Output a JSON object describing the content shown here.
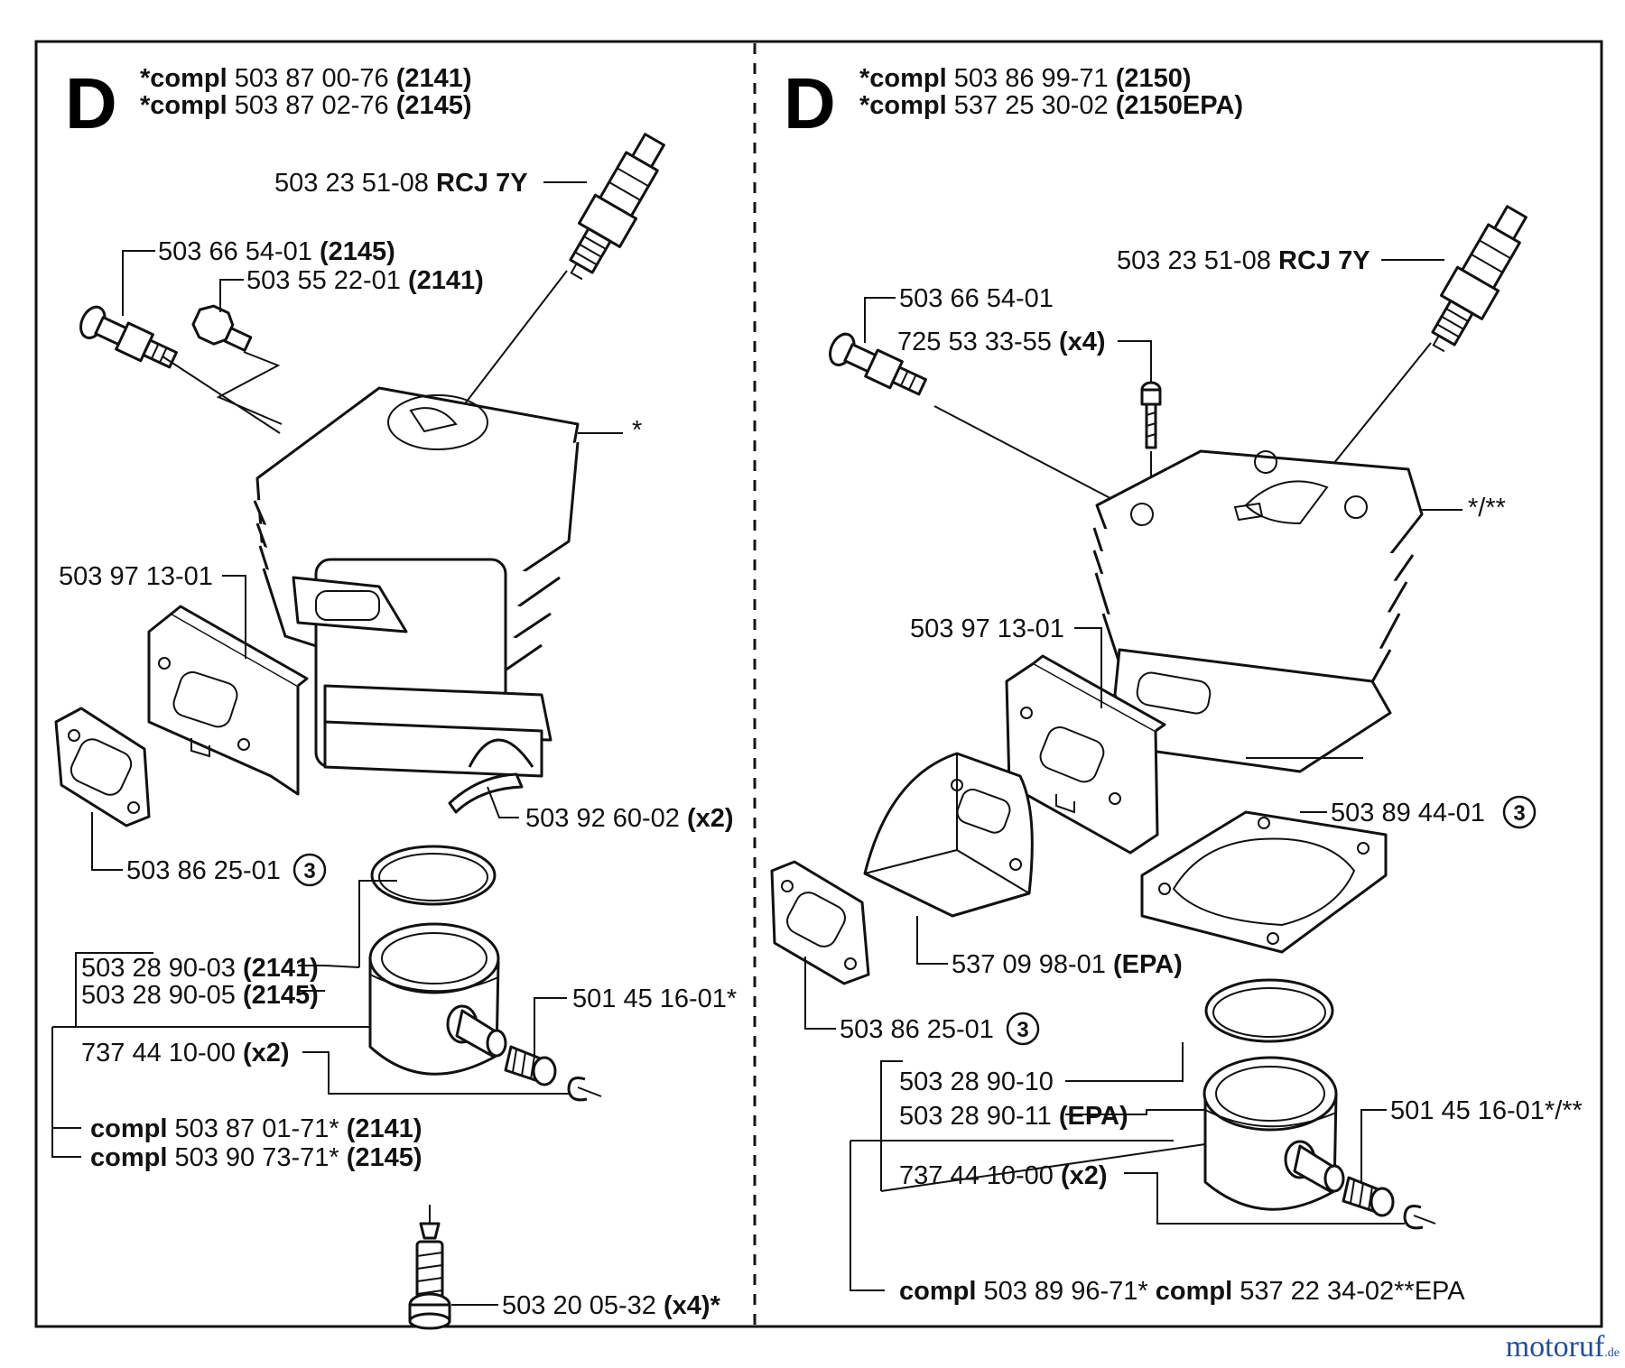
{
  "left": {
    "section": "D",
    "header": [
      {
        "pre": "*compl",
        "num": "503 87 00-76",
        "tag": "(2141)"
      },
      {
        "pre": "*compl",
        "num": "503 87 02-76",
        "tag": "(2145)"
      }
    ],
    "spark_plug": {
      "num": "503 23 51-08",
      "tag": "RCJ 7Y"
    },
    "valve_a": {
      "num": "503 66 54-01",
      "tag": "(2145)"
    },
    "valve_b": {
      "num": "503 55 22-01",
      "tag": "(2141)"
    },
    "cylinder_mark": "*",
    "gasket_plate": {
      "num": "503 97 13-01"
    },
    "deflector": {
      "num": "503 92 60-02",
      "tag": "(x2)"
    },
    "exhaust_gasket": {
      "num": "503 86 25-01",
      "badge": "3"
    },
    "piston_a": {
      "num": "503 28 90-03",
      "tag": "(2141)"
    },
    "piston_b": {
      "num": "503 28 90-05",
      "tag": "(2145)"
    },
    "bearing": {
      "num": "501 45 16-01*"
    },
    "circlip": {
      "num": "737 44 10-00",
      "tag": "(x2)"
    },
    "kit_a": {
      "pre": "compl",
      "num": "503 87 01-71*",
      "tag": "(2141)"
    },
    "kit_b": {
      "pre": "compl",
      "num": "503 90 73-71*",
      "tag": "(2145)"
    },
    "screw": {
      "num": "503 20 05-32",
      "tag": "(x4)*"
    }
  },
  "right": {
    "section": "D",
    "header": [
      {
        "pre": "*compl",
        "num": "503 86 99-71",
        "tag": "(2150)"
      },
      {
        "pre": "*compl",
        "num": "537 25 30-02",
        "tag": "(2150EPA)"
      }
    ],
    "spark_plug": {
      "num": "503 23 51-08",
      "tag": "RCJ 7Y"
    },
    "valve": {
      "num": "503 66 54-01"
    },
    "screw": {
      "num": "725 53 33-55",
      "tag": "(x4)"
    },
    "cylinder_mark": "*/**",
    "gasket_plate": {
      "num": "503 97 13-01"
    },
    "base_gasket": {
      "num": "503 89 44-01",
      "badge": "3"
    },
    "heat_shield": {
      "num": "537 09 98-01",
      "tag": "(EPA)"
    },
    "exhaust_gasket": {
      "num": "503 86 25-01",
      "badge": "3"
    },
    "piston_a": {
      "num": "503 28 90-10"
    },
    "piston_b": {
      "num": "503 28 90-11",
      "tag": "(EPA)"
    },
    "bearing": {
      "num": "501 45 16-01*/**"
    },
    "circlip": {
      "num": "737 44 10-00",
      "tag": "(x2)"
    },
    "kit": {
      "pre1": "compl",
      "num1": "503 89 96-71*",
      "pre2": "compl",
      "num2": "537 22 34-02**EPA"
    }
  },
  "watermark": {
    "main": "motoruf",
    "suffix": ".de"
  }
}
